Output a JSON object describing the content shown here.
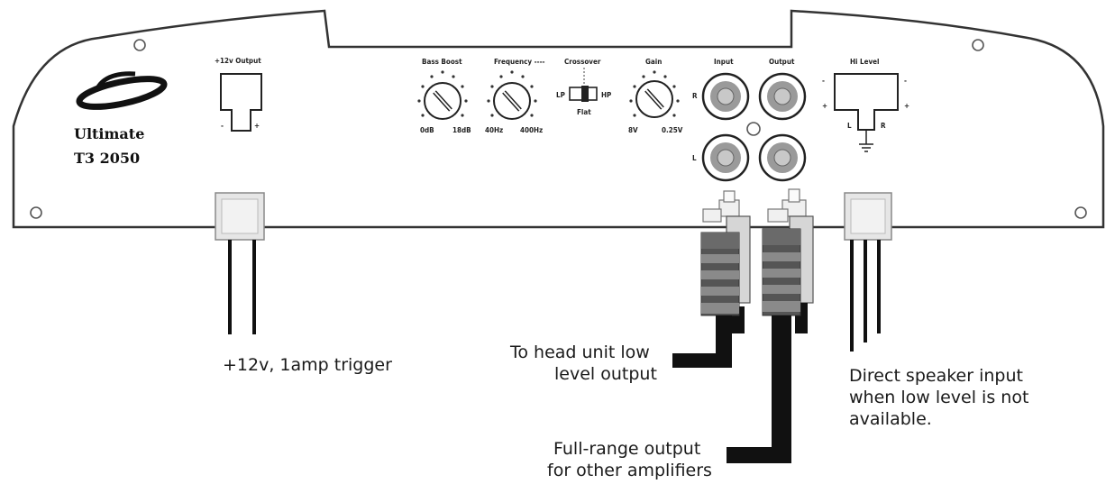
{
  "brand": {
    "name": "Ultimate",
    "model": "T3 2050"
  },
  "panel": {
    "trigger_title": "+12v Output",
    "trigger_minus": "-",
    "trigger_plus": "+",
    "bass_boost": {
      "title": "Bass Boost",
      "min": "0dB",
      "max": "18dB"
    },
    "frequency": {
      "title": "Frequency ----",
      "min": "40Hz",
      "max": "400Hz"
    },
    "crossover": {
      "title": "Crossover",
      "lp": "LP",
      "hp": "HP",
      "flat": "Flat"
    },
    "gain": {
      "title": "Gain",
      "min": "8V",
      "max": "0.25V"
    },
    "input_title": "Input",
    "output_title": "Output",
    "right": "R",
    "left": "L",
    "hi_level": {
      "title": "Hi Level",
      "l": "L",
      "r": "R",
      "minus": "-",
      "plus": "+"
    }
  },
  "callouts": {
    "trigger": "+12v, 1amp trigger",
    "head_unit_1": "To head unit low",
    "head_unit_2": "level output",
    "full_range_1": "Full-range output",
    "full_range_2": "for other amplifiers",
    "speaker_1": "Direct speaker input",
    "speaker_2": "when low level is not",
    "speaker_3": "available."
  }
}
